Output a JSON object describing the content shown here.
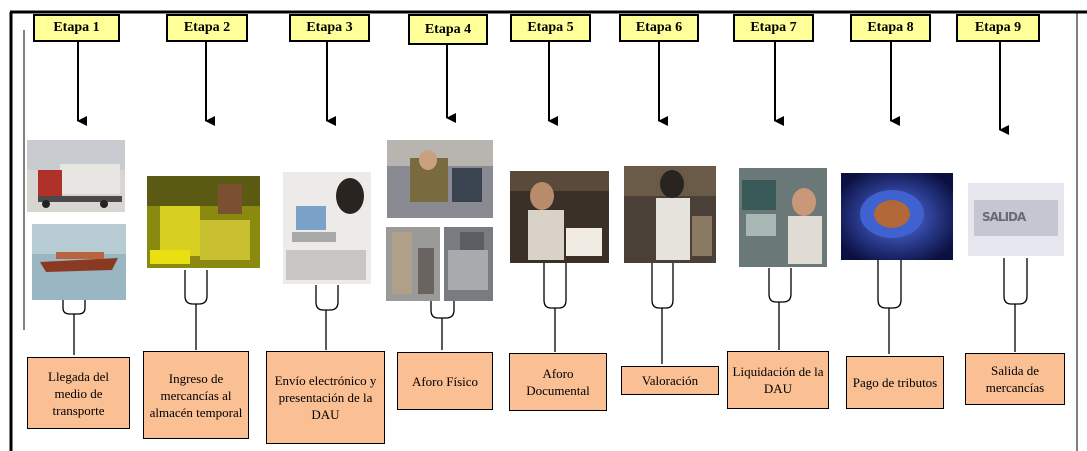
{
  "stages": [
    {
      "tag": "Etapa 1",
      "label": "Llegada del medio de transporte",
      "photos": [
        "truck-photo",
        "ship-photo"
      ]
    },
    {
      "tag": "Etapa 2",
      "label": "Ingreso de mercancías al almacén temporal",
      "photos": [
        "warehouse-photo"
      ]
    },
    {
      "tag": "Etapa 3",
      "label": "Envío electrónico y presentación de la DAU",
      "photos": [
        "computer-photo"
      ]
    },
    {
      "tag": "Etapa 4",
      "label": "Aforo Físico",
      "photos": [
        "inspection-photo-top",
        "inspection-photo-bottom-left",
        "inspection-photo-bottom-right"
      ]
    },
    {
      "tag": "Etapa 5",
      "label": "Aforo Documental",
      "photos": [
        "document-review-photo"
      ]
    },
    {
      "tag": "Etapa 6",
      "label": "Valoración",
      "photos": [
        "valuation-photo"
      ]
    },
    {
      "tag": "Etapa 7",
      "label": "Liquidación de la DAU",
      "photos": [
        "liquidation-photo"
      ]
    },
    {
      "tag": "Etapa 8",
      "label": "Pago de tributos",
      "photos": [
        "payment-photo"
      ]
    },
    {
      "tag": "Etapa 9",
      "label": "Salida de mercancías",
      "photos": [
        "exit-sign-photo"
      ]
    }
  ],
  "exit_sign_text": "SALIDA"
}
